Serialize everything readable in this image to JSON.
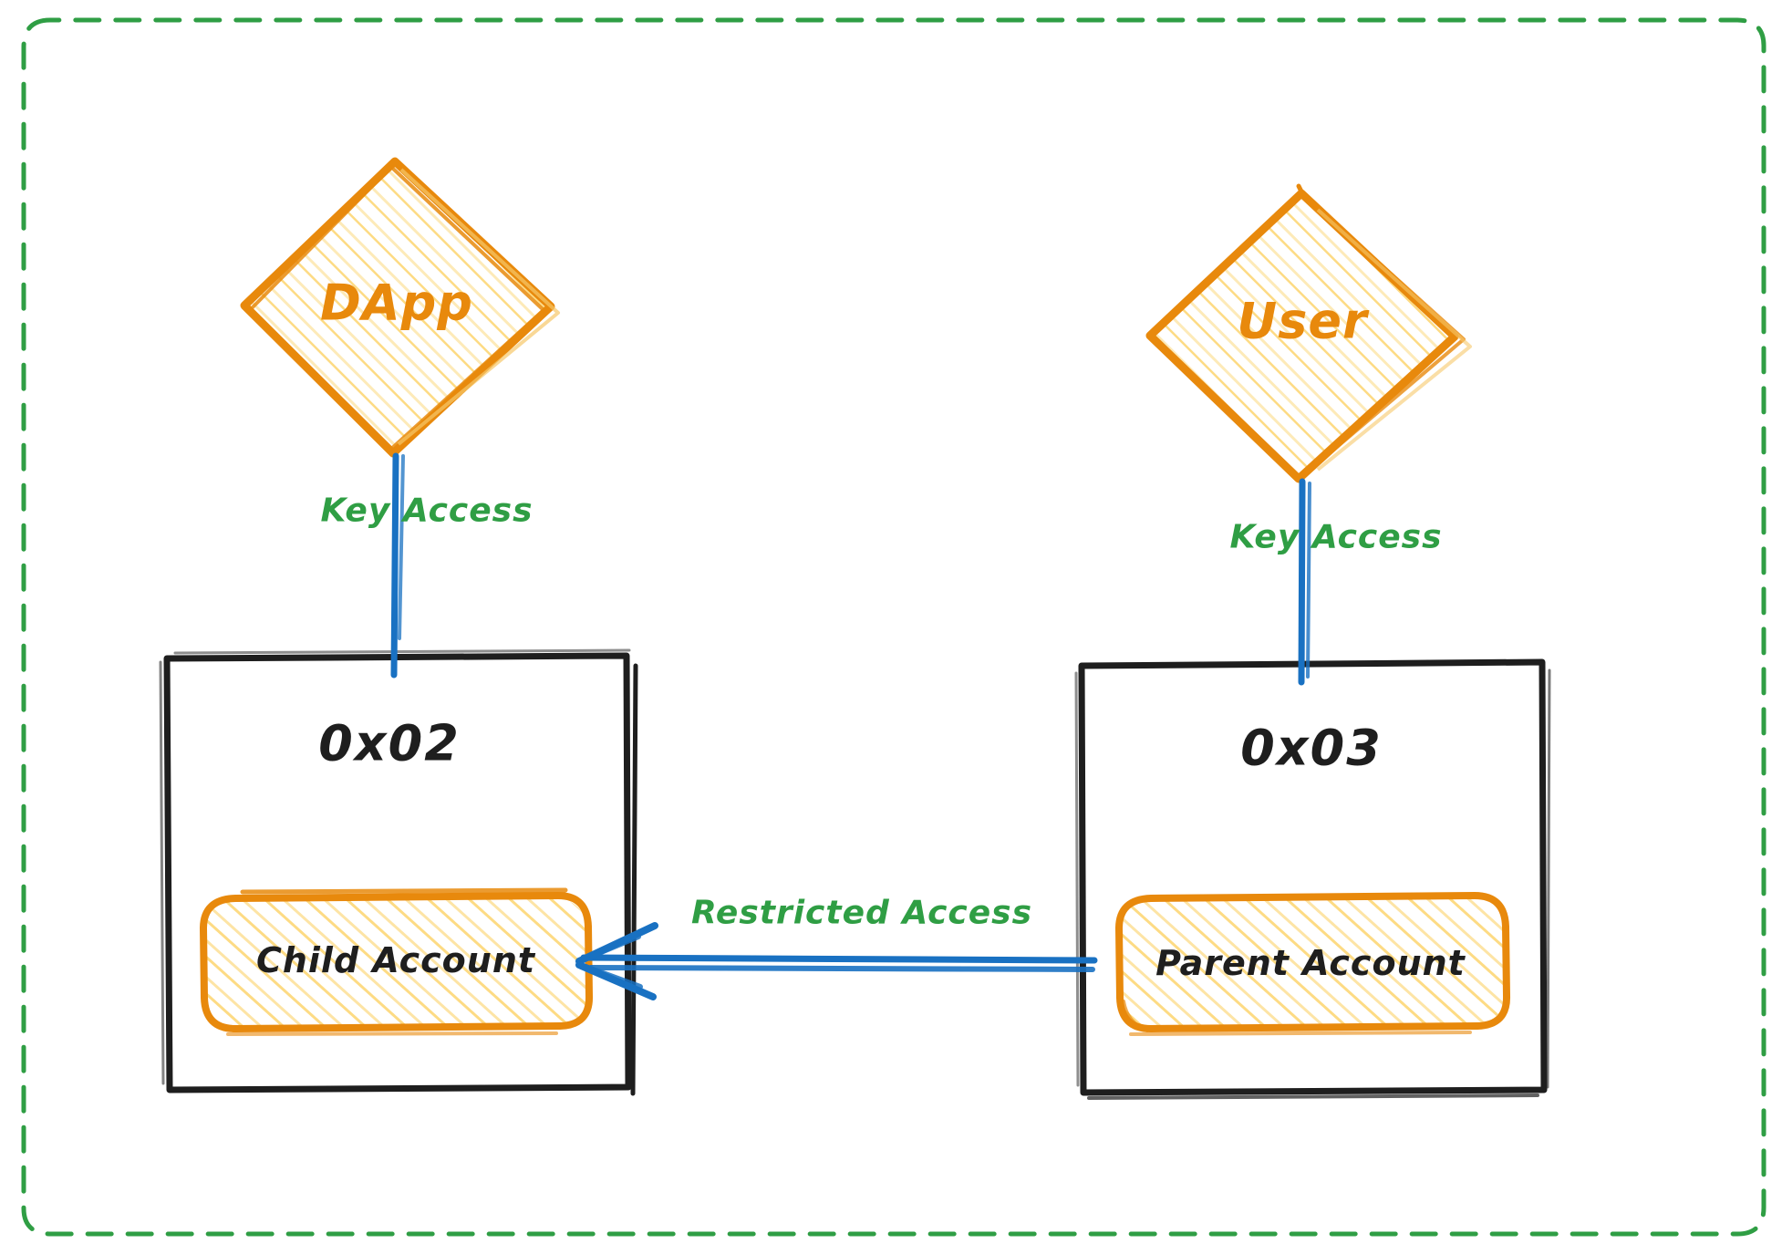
{
  "diagram": {
    "style": "hand-drawn-whiteboard",
    "background": "#ffffff",
    "frame": {
      "name": "dashed-green-frame",
      "color": "#2f9e44",
      "stroke_style": "dashed"
    },
    "colors": {
      "orange_stroke": "#e8890c",
      "orange_fill_hatch": "#fdd97e",
      "black_stroke": "#1e1e1e",
      "blue_arrow": "#1971c2",
      "green_text": "#2f9e44"
    },
    "nodes": {
      "dapp": {
        "label": "DApp",
        "shape": "diamond",
        "stroke": "#e8890c",
        "fill": "hachure-yellow"
      },
      "user": {
        "label": "User",
        "shape": "diamond",
        "stroke": "#e8890c",
        "fill": "hachure-yellow"
      },
      "child_box": {
        "label": "0x02",
        "shape": "rectangle",
        "stroke": "#1e1e1e"
      },
      "parent_box": {
        "label": "0x03",
        "shape": "rectangle",
        "stroke": "#1e1e1e"
      },
      "child_account": {
        "label": "Child Account",
        "shape": "rounded-rectangle",
        "stroke": "#e8890c",
        "fill": "hachure-yellow"
      },
      "parent_account": {
        "label": "Parent Account",
        "shape": "rounded-rectangle",
        "stroke": "#e8890c",
        "fill": "hachure-yellow"
      }
    },
    "edges": [
      {
        "name": "dapp-to-child-box",
        "label": "Key Access",
        "from": "dapp",
        "to": "child_box",
        "color": "#1971c2",
        "direction": "down"
      },
      {
        "name": "user-to-parent-box",
        "label": "Key Access",
        "from": "user",
        "to": "parent_box",
        "color": "#1971c2",
        "direction": "down"
      },
      {
        "name": "parent-to-child-account",
        "label": "Restricted Access",
        "from": "parent_account",
        "to": "child_account",
        "color": "#1971c2",
        "direction": "left"
      }
    ]
  }
}
